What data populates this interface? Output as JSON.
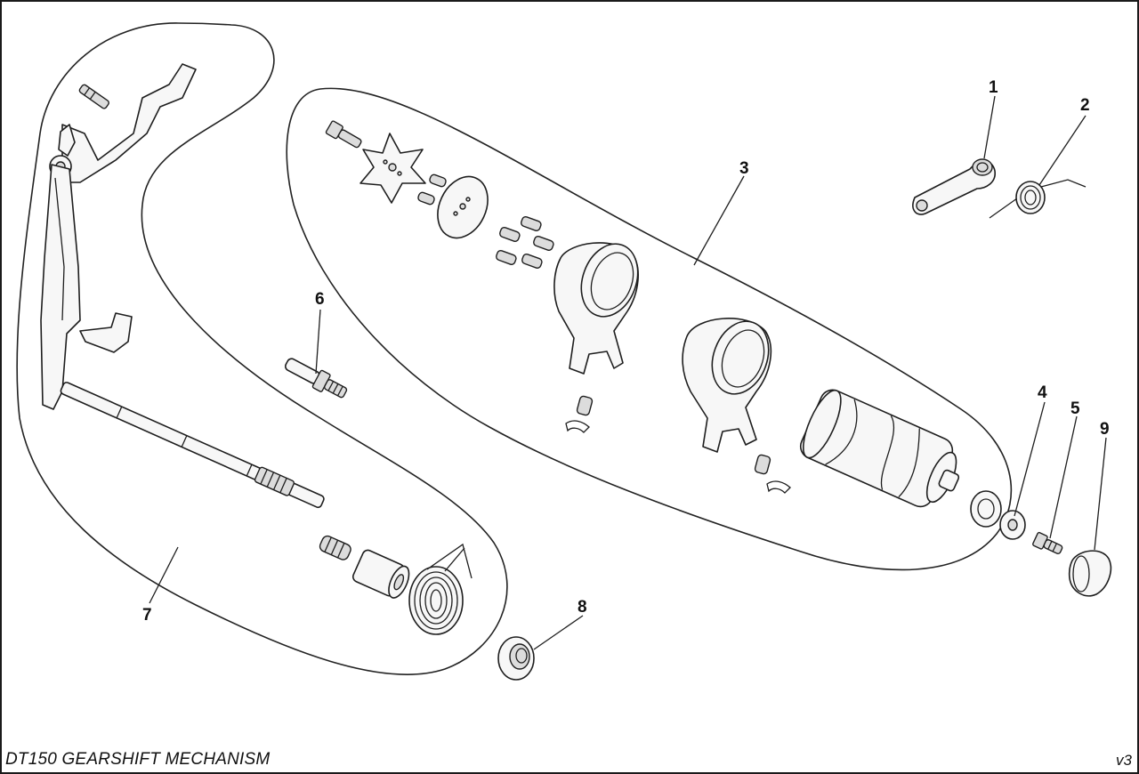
{
  "caption": "DT150 GEARSHIFT MECHANISM",
  "version": "v3",
  "callouts": [
    "1",
    "2",
    "3",
    "4",
    "5",
    "6",
    "7",
    "8",
    "9"
  ]
}
